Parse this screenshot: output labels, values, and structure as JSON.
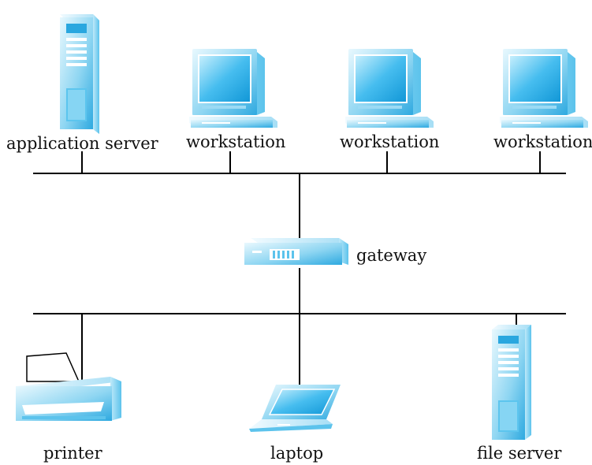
{
  "diagram": {
    "nodes": [
      {
        "id": "application-server",
        "label": "application server",
        "icon": "tower-server-icon"
      },
      {
        "id": "workstation-1",
        "label": "workstation",
        "icon": "desktop-computer-icon"
      },
      {
        "id": "workstation-2",
        "label": "workstation",
        "icon": "desktop-computer-icon"
      },
      {
        "id": "workstation-3",
        "label": "workstation",
        "icon": "desktop-computer-icon"
      },
      {
        "id": "gateway",
        "label": "gateway",
        "icon": "gateway-router-icon"
      },
      {
        "id": "printer",
        "label": "printer",
        "icon": "printer-icon"
      },
      {
        "id": "laptop",
        "label": "laptop",
        "icon": "laptop-icon"
      },
      {
        "id": "file-server",
        "label": "file server",
        "icon": "tower-server-icon"
      }
    ],
    "colors": {
      "device_light": "#e6f7fd",
      "device_mid": "#9fdcf4",
      "device_dark": "#3ab3e6",
      "line": "#000000"
    }
  }
}
